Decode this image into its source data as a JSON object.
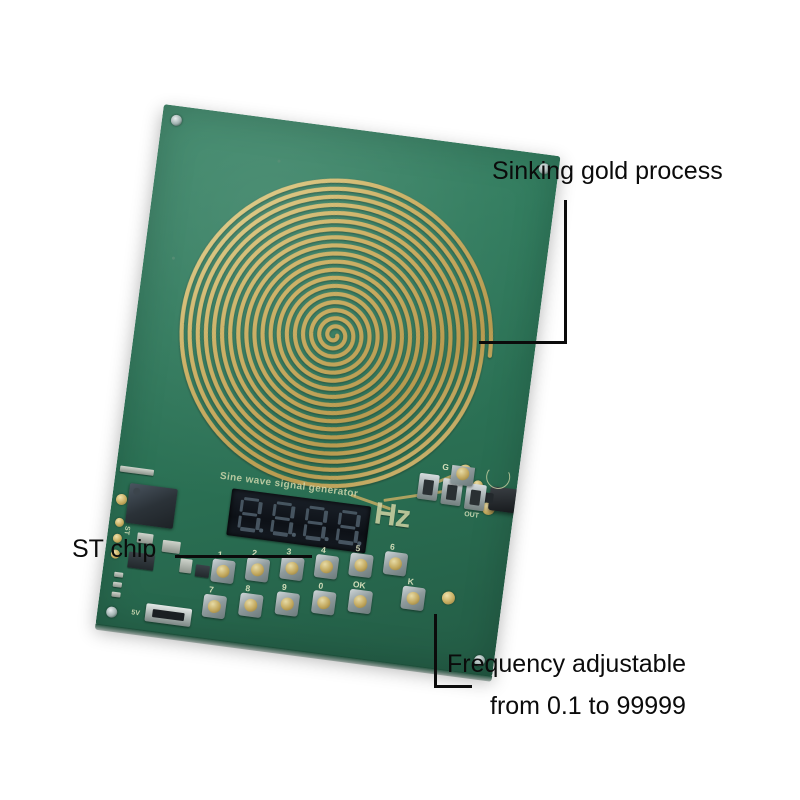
{
  "image": {
    "subject": "PCB sine wave signal generator board with spiral gold coil",
    "background_color": "#ffffff",
    "pcb_color": "#2f7a5c",
    "gold_color": "#c7ad61"
  },
  "annotations": [
    {
      "id": "sinking-gold",
      "text": "Sinking gold process"
    },
    {
      "id": "st-chip",
      "text": "ST chip"
    },
    {
      "id": "frequency",
      "line1": "Frequency adjustable",
      "line2": "from 0.1 to 99999"
    }
  ],
  "board": {
    "silkscreen_title": "Sine wave signal generator",
    "unit_label": "Hz",
    "power_label": "5V",
    "output_label": "OUT",
    "display_value": "8.8.8.8.",
    "display_digits": [
      "8",
      "8",
      "8",
      "8"
    ],
    "keypad_labels": [
      "1",
      "2",
      "3",
      "4",
      "5",
      "6",
      "7",
      "8",
      "9",
      "0"
    ],
    "function_labels": [
      "OK",
      "K"
    ],
    "chip_label": "ST",
    "gnd_label": "G"
  }
}
